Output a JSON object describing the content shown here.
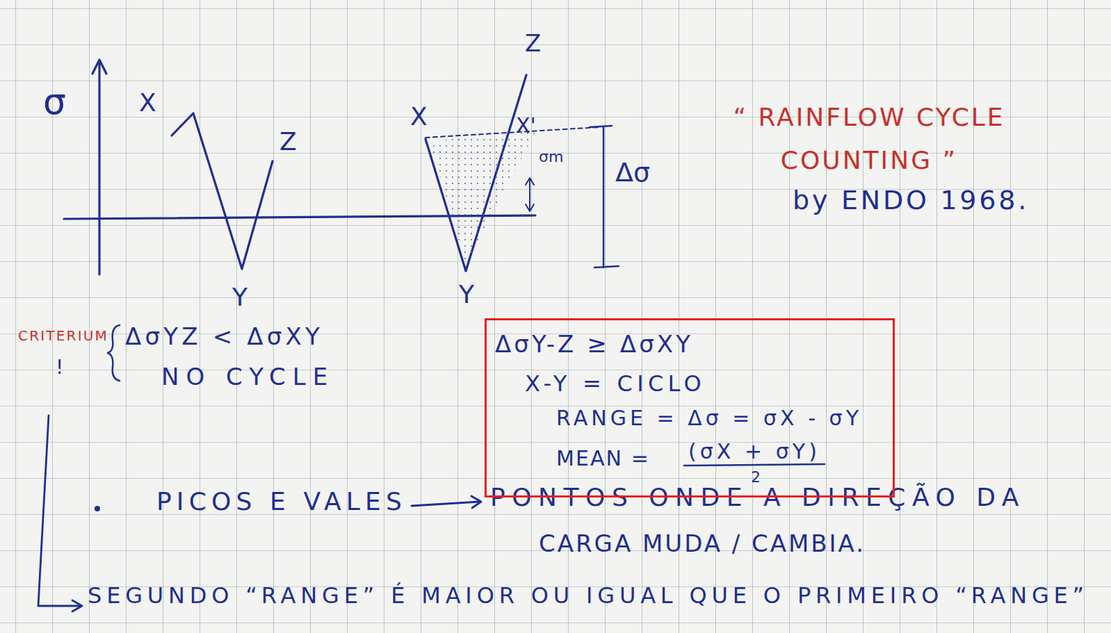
{
  "diagram": {
    "title": "“ RAINFLOW CYCLE COUNTING ”",
    "nodes": [
      {
        "text": [
          "ΔσY-Z ≥ ΔσXY",
          "X-Y = CICLO",
          "RANGE = Δσ = σX - σY",
          "MEAN =",
          "(σX + σY)",
          "2"
        ]
      }
    ],
    "labels": [
      "σ",
      "X",
      "Z",
      "Y",
      "X",
      "Z",
      "X'",
      "σm",
      "Δσ",
      "Y",
      "by ENDO 1968.",
      "CRITERIUM",
      "ΔσYZ < ΔσXY",
      "NO CYCLE",
      "!",
      "PICOS E VALES",
      "PONTOS ONDE A DIREÇÃO DA",
      "CARGA MUDA / CAMBIA.",
      "SEGUNDO “RANGE” É MAIOR OU IGUAL QUE O PRIMEIRO “RANGE”"
    ]
  }
}
